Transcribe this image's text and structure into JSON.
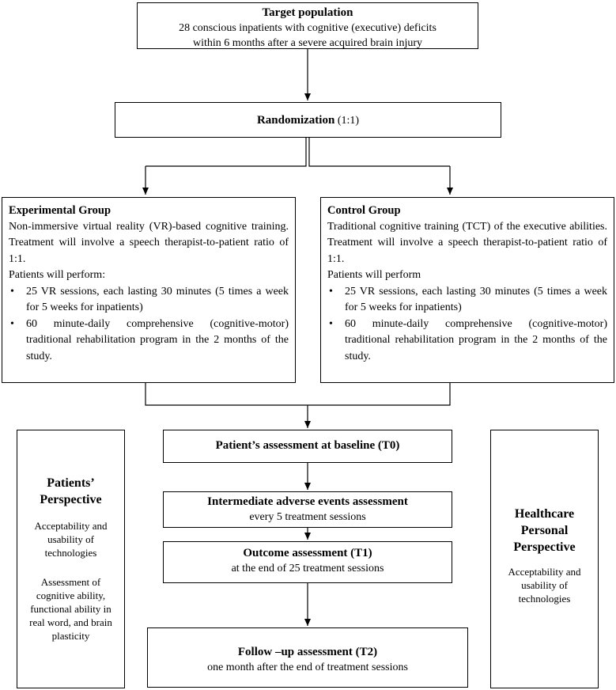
{
  "target": {
    "title": "Target population",
    "line1": "28 conscious inpatients with cognitive (executive) deficits",
    "line2": "within 6 months after a severe acquired brain injury"
  },
  "randomization": {
    "label": "Randomization",
    "ratio": " (1:1)"
  },
  "experimental": {
    "title": "Experimental Group",
    "description": "Non-immersive virtual reality (VR)-based cognitive training. Treatment will involve a speech therapist-to-patient ratio of 1:1.",
    "intro": "Patients will perform:",
    "bullets": [
      "25 VR sessions, each lasting 30 minutes (5 times a week for 5 weeks for inpatients)",
      "60 minute-daily comprehensive (cognitive-motor) traditional rehabilitation program in the 2 months of the study."
    ]
  },
  "control": {
    "title": "Control Group",
    "description": "Traditional cognitive training (TCT) of the executive abilities. Treatment will involve a speech therapist-to-patient ratio of 1:1.",
    "intro": "Patients will perform",
    "bullets": [
      "25 VR sessions, each lasting 30 minutes (5 times a week for 5 weeks for inpatients)",
      "60 minute-daily comprehensive (cognitive-motor) traditional rehabilitation program in the 2 months of the study."
    ]
  },
  "baseline": {
    "title": "Patient’s assessment at baseline (T0)"
  },
  "intermediate": {
    "title": "Intermediate adverse events assessment",
    "subtitle": "every 5 treatment sessions"
  },
  "outcome": {
    "title": "Outcome assessment (T1)",
    "subtitle": "at the end of 25 treatment sessions"
  },
  "followup": {
    "title": "Follow –up assessment (T2)",
    "subtitle": "one month after the end of treatment sessions"
  },
  "patients_perspective": {
    "title_line1": "Patients’",
    "title_line2": "Perspective",
    "text1": "Acceptability and usability of technologies",
    "text2": "Assessment of cognitive ability, functional ability in real word, and brain plasticity"
  },
  "healthcare_perspective": {
    "title_line1": "Healthcare",
    "title_line2": "Personal",
    "title_line3": "Perspective",
    "text1": "Acceptability and usability of technologies"
  }
}
